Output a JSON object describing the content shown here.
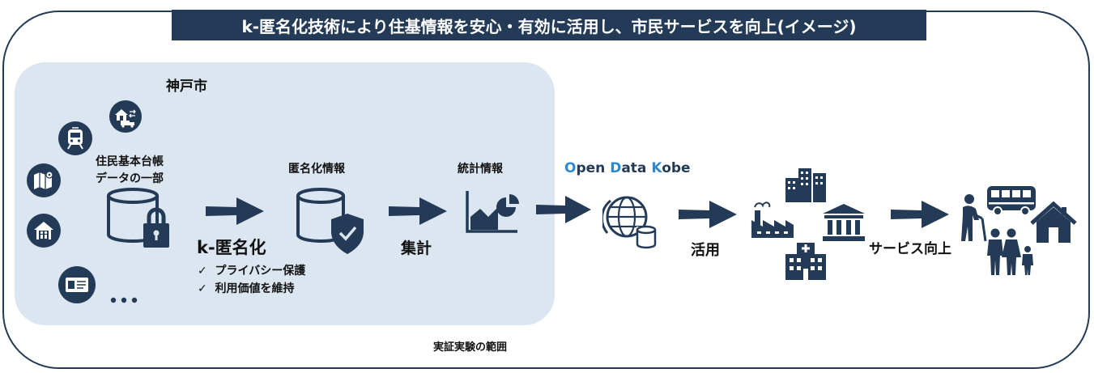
{
  "title": "k-匿名化技術により住基情報を安心・有効に活用し、市民サービスを向上(イメージ)",
  "scope_box": {
    "label": "神戸市",
    "scope_caption": "実証実験の範囲"
  },
  "source": {
    "line1": "住民基本台帳",
    "line2": "データの一部"
  },
  "process": {
    "k_anon_label": "k-匿名化",
    "benefits": [
      "プライバシー保護",
      "利用価値を維持"
    ],
    "check_glyph": "✓",
    "anonymized_label": "匿名化情報",
    "aggregate_label": "集計",
    "statistics_label": "統計情報"
  },
  "open_data": {
    "parts": [
      "O",
      "pen ",
      "D",
      "ata ",
      "K",
      "obe"
    ]
  },
  "utilize_label": "活用",
  "service_label": "サービス向上",
  "colors": {
    "navy": "#243b57",
    "light_blue": "#dce6f1",
    "accent": "#2e8ad0"
  },
  "icons": [
    "house-move-icon",
    "train-icon",
    "map-icon",
    "family-home-icon",
    "id-card-icon",
    "database-lock-icon",
    "database-shield-icon",
    "statistics-chart-icon",
    "globe-database-icon",
    "office-buildings-icon",
    "factory-icon",
    "bank-icon",
    "hospital-icon",
    "bus-icon",
    "elderly-person-icon",
    "family-icon",
    "home-icon"
  ]
}
